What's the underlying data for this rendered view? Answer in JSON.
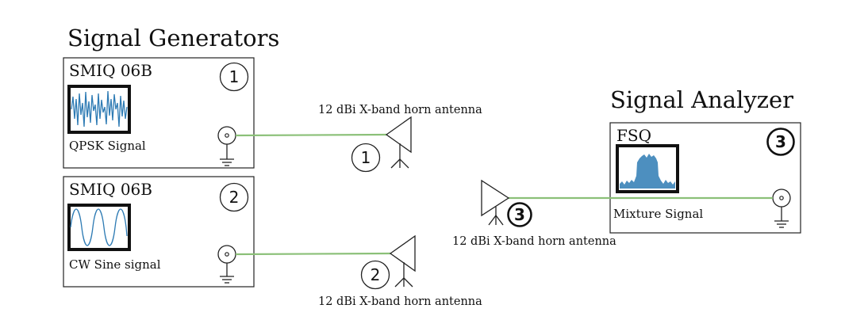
{
  "headings": {
    "generators": "Signal Generators",
    "analyzer": "Signal Analyzer"
  },
  "generator_1": {
    "model": "SMIQ 06B",
    "badge": "1",
    "signal": "QPSK Signal"
  },
  "generator_2": {
    "model": "SMIQ 06B",
    "badge": "2",
    "signal": "CW Sine signal"
  },
  "analyzer": {
    "model": "FSQ",
    "badge": "3",
    "signal": "Mixture Signal"
  },
  "antennas": [
    {
      "label": "12 dBi X-band horn antenna",
      "badge": "1"
    },
    {
      "label": "12 dBi X-band horn antenna",
      "badge": "2"
    },
    {
      "label": "12 dBi X-band horn antenna",
      "badge": "3"
    }
  ],
  "colors": {
    "cable": "#8bc078",
    "waveform": "#2e7bb4"
  }
}
